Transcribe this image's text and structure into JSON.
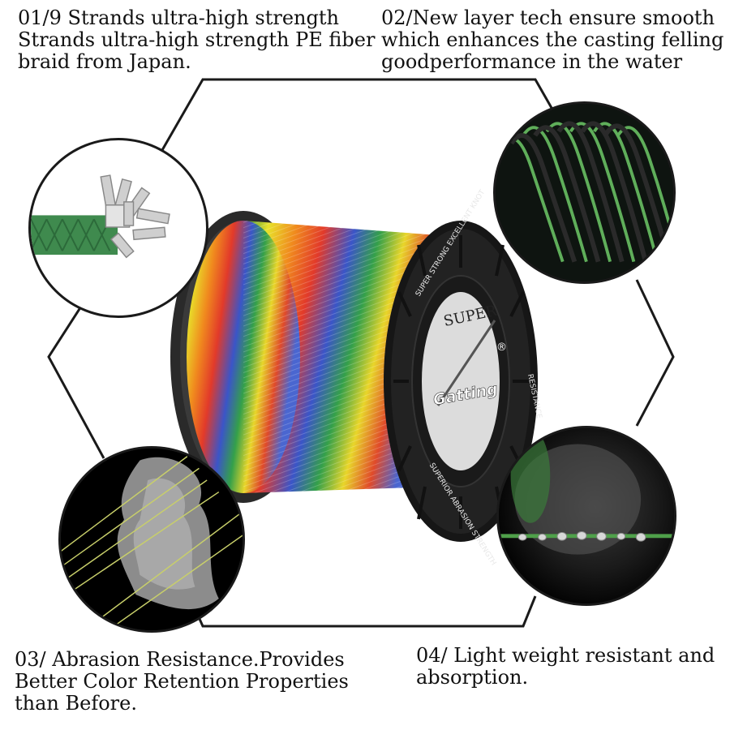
{
  "features": [
    {
      "lines": [
        "01/9 Strands ultra-high strength",
        "Strands ultra-high strength PE fiber",
        "braid from Japan."
      ]
    },
    {
      "lines": [
        "02/New layer tech ensure smooth",
        "which enhances the casting felling",
        "goodperformance in the water"
      ]
    },
    {
      "lines": [
        "03/ Abrasion Resistance.Provides",
        "Better Color Retention Properties",
        "than Before."
      ]
    },
    {
      "lines": [
        "04/ Light weight resistant and",
        "absorption."
      ]
    }
  ],
  "spool": {
    "brand": "Gatting",
    "label_super": "SUPER",
    "ring_top": "SUPER STRONG EXCELLENT KNOT",
    "ring_right": "RESISTANCE",
    "ring_bottom": "SUPERIOR ABRASION STRENGTH",
    "registered": "®"
  },
  "colors": {
    "frame": "#1a1a1a",
    "braid_green": "#3f8a4e",
    "spool_black": "#1c1c1c"
  }
}
